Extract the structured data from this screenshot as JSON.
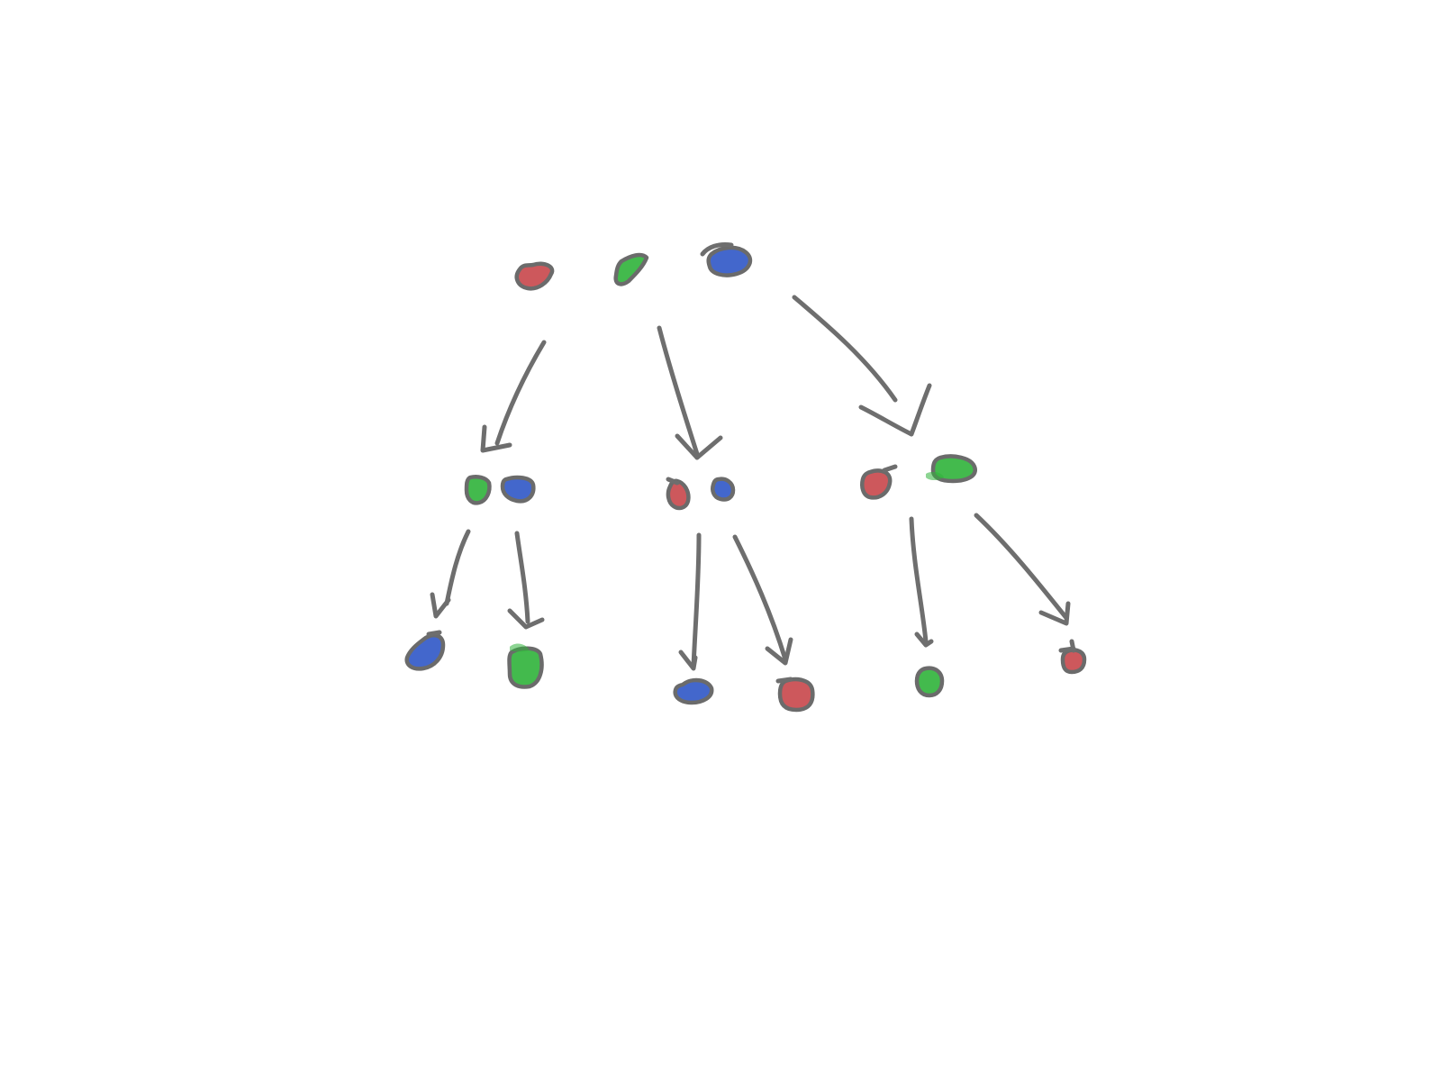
{
  "palette": {
    "red": "#c8464a",
    "green": "#2fb33a",
    "blue": "#2f57c7",
    "ink": "#6e6e6e",
    "background": "#ffffff"
  },
  "tree": {
    "root": {
      "items": [
        "red",
        "green",
        "blue"
      ]
    },
    "level1": [
      {
        "id": "left-group",
        "items": [
          "green",
          "blue"
        ],
        "children": [
          "blue",
          "green"
        ]
      },
      {
        "id": "middle-group",
        "items": [
          "red",
          "blue"
        ],
        "children": [
          "blue",
          "red"
        ]
      },
      {
        "id": "right-group",
        "items": [
          "red",
          "green"
        ],
        "children": [
          "green",
          "red"
        ]
      }
    ]
  }
}
